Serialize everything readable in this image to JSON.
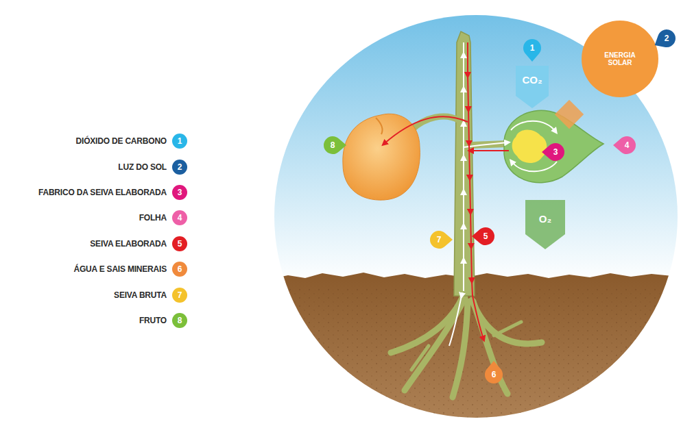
{
  "diagram": {
    "labels": [
      "1",
      "2",
      "3",
      "4",
      "5",
      "6",
      "7",
      "8",
      "1",
      "2",
      "3",
      "4",
      "5",
      "6",
      "7",
      "8",
      "CO₂",
      "O₂",
      "ENERGIA SOLAR"
    ],
    "legend": [
      {
        "text": "DIÓXIDO DE CARBONO",
        "color": "#29b6e8"
      },
      {
        "text": "LUZ DO SOL",
        "color": "#1b5fa0"
      },
      {
        "text": "FABRICO DA SEIVA ELABORADA",
        "color": "#e0177d"
      },
      {
        "text": "FOLHA",
        "color": "#ee5fa7"
      },
      {
        "text": "SEIVA ELABORADA",
        "color": "#e31e24"
      },
      {
        "text": "ÁGUA E SAIS MINERAIS",
        "color": "#f08a3c"
      },
      {
        "text": "SEIVA BRUTA",
        "color": "#f4c22c"
      },
      {
        "text": "FRUTO",
        "color": "#7bbf3a"
      }
    ]
  }
}
